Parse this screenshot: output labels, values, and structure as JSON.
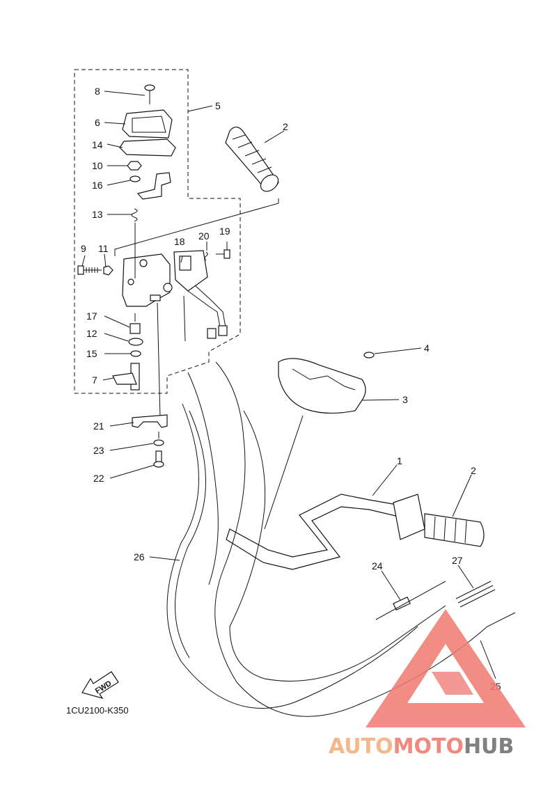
{
  "labels": {
    "p1": "1",
    "p2a": "2",
    "p2b": "2",
    "p3": "3",
    "p4": "4",
    "p5": "5",
    "p6": "6",
    "p7": "7",
    "p8": "8",
    "p9": "9",
    "p10": "10",
    "p11": "11",
    "p12": "12",
    "p13": "13",
    "p14": "14",
    "p15": "15",
    "p16": "16",
    "p17": "17",
    "p18": "18",
    "p19": "19",
    "p20": "20",
    "p21": "21",
    "p22": "22",
    "p23": "23",
    "p24": "24",
    "p25": "25",
    "p26": "26",
    "p27": "27"
  },
  "fwd_label": "FWD",
  "ref_code": "1CU2100-K350",
  "watermark": {
    "part1": "AUTO",
    "part2": "MOTO",
    "part3": "HUB",
    "colors": {
      "auto": "#f5b88a",
      "moto": "#f08a80",
      "hub": "#808080",
      "logo": "#f07a72"
    }
  }
}
